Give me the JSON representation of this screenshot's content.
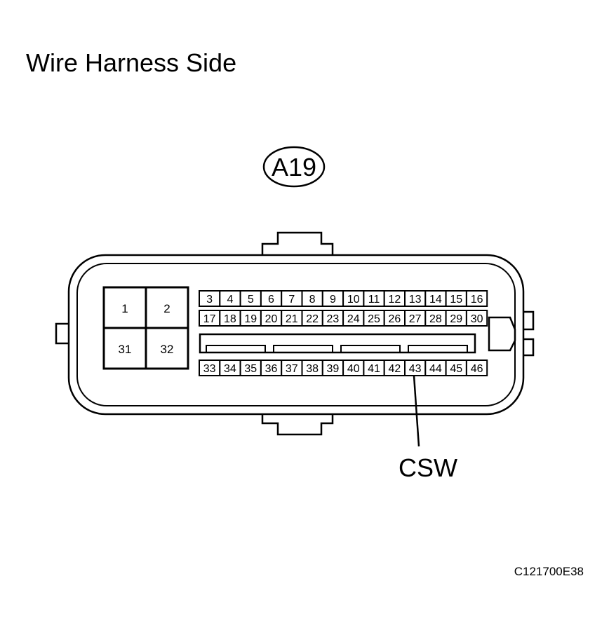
{
  "title": "Wire Harness Side",
  "connector": {
    "id": "A19",
    "large_pins": [
      "1",
      "2",
      "31",
      "32"
    ],
    "row1": [
      "3",
      "4",
      "5",
      "6",
      "7",
      "8",
      "9",
      "10",
      "11",
      "12",
      "13",
      "14",
      "15",
      "16"
    ],
    "row2": [
      "17",
      "18",
      "19",
      "20",
      "21",
      "22",
      "23",
      "24",
      "25",
      "26",
      "27",
      "28",
      "29",
      "30"
    ],
    "row3": [
      "33",
      "34",
      "35",
      "36",
      "37",
      "38",
      "39",
      "40",
      "41",
      "42",
      "43",
      "44",
      "45",
      "46"
    ]
  },
  "callout": {
    "label": "CSW",
    "pin": "43"
  },
  "figure_code": "C121700E38"
}
